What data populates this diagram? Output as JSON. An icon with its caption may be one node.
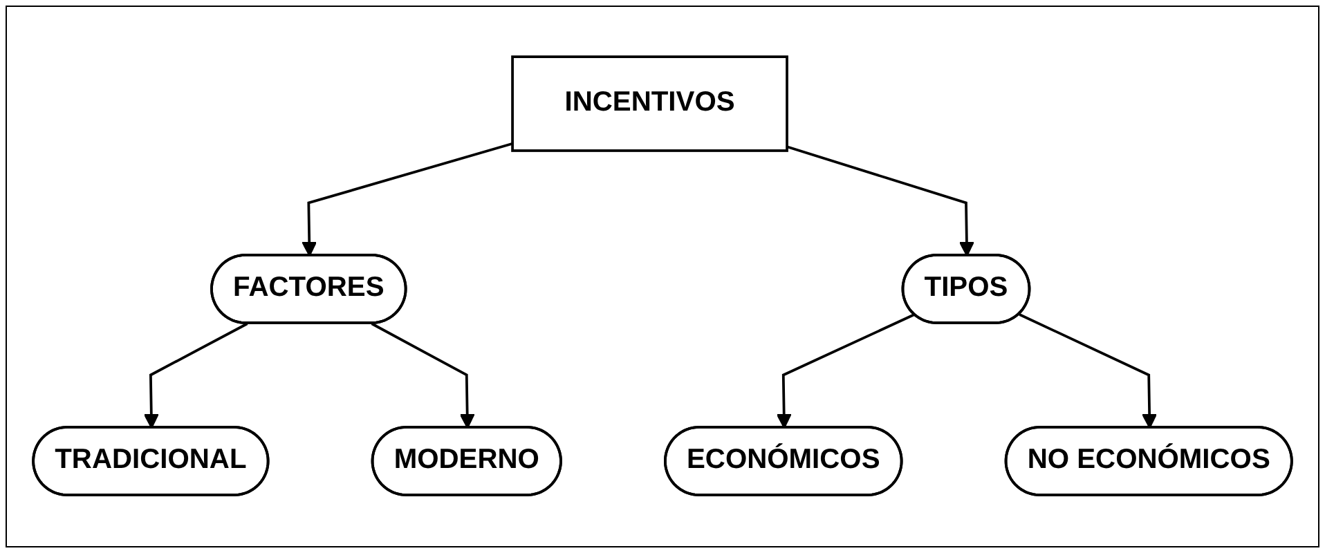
{
  "diagram": {
    "nodes": [
      {
        "text": [
          "INCENTIVOS"
        ]
      },
      {
        "text": [
          "FACTORES"
        ]
      },
      {
        "text": [
          "TIPOS"
        ]
      },
      {
        "text": [
          "TRADICIONAL"
        ]
      },
      {
        "text": [
          "MODERNO"
        ]
      },
      {
        "text": [
          "ECONÓMICOS"
        ]
      },
      {
        "text": [
          "NO ECONÓMICOS"
        ]
      }
    ],
    "edges": [
      {
        "from": 0,
        "to": 1,
        "arrow": "to"
      },
      {
        "from": 0,
        "to": 2,
        "arrow": "to"
      },
      {
        "from": 1,
        "to": 3,
        "arrow": "to"
      },
      {
        "from": 1,
        "to": 4,
        "arrow": "to"
      },
      {
        "from": 2,
        "to": 5,
        "arrow": "to"
      },
      {
        "from": 2,
        "to": 6,
        "arrow": "to"
      }
    ]
  }
}
